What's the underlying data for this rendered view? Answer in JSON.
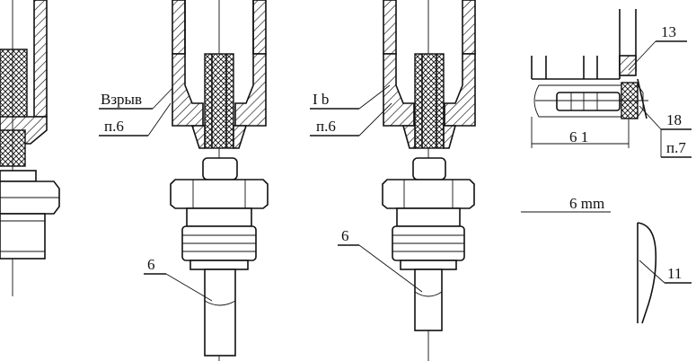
{
  "drawing": {
    "labels": {
      "left_text": "Взрыв",
      "left_ref": "п.6",
      "mid_text": "I    b",
      "mid_ref": "п.6",
      "right_callout_13": "13",
      "right_callout_18": "18",
      "right_ref": "п.7",
      "right_dim_1": "6    1",
      "right_dim_2": "6   mm",
      "callout_6_left": "6",
      "callout_6_mid": "6",
      "callout_11": "11"
    },
    "colors": {
      "ink": "#111111",
      "paper": "#ffffff"
    }
  }
}
